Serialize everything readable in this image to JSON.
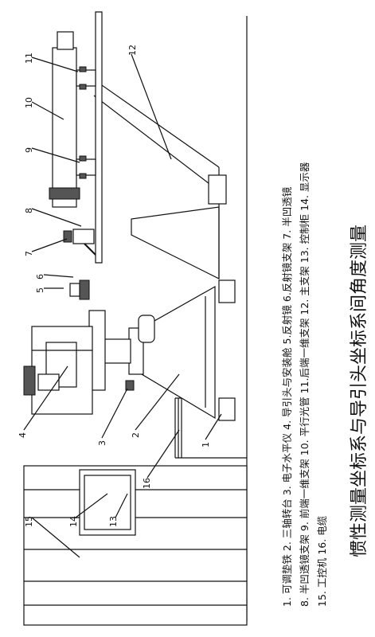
{
  "title": "惯性测量坐标系与导引头坐标系间角度测量",
  "legend_lines": [
    "1. 可调垫铁  2. 三轴转台  3. 电子水平仪  4. 导引头与安装舱  5.反射镜  6.反射镜支架  7. 半凹透镜",
    "8. 半凹透镜支架  9. 前端一维支架  10. 平行光管  11.后端一维支架  12. 主支架  13. 控制柜  14. 显示器",
    "15. 工控机  16. 电缆"
  ],
  "labels": [
    "1",
    "2",
    "3",
    "4",
    "5",
    "6",
    "7",
    "8",
    "9",
    "10",
    "11",
    "12",
    "13",
    "14",
    "15",
    "16"
  ]
}
